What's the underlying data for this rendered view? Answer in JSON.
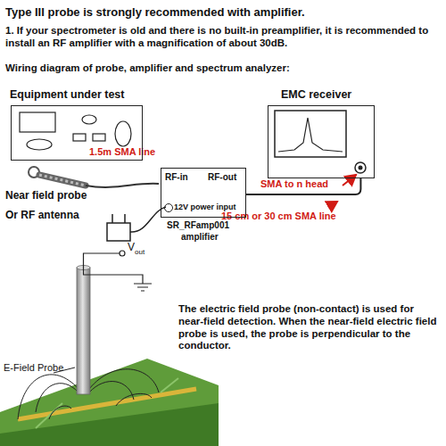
{
  "diagram": {
    "title": "Type III probe is strongly recommended with amplifier.",
    "nodes": [
      {
        "text": [
          "Equipment under test"
        ]
      },
      {
        "text": [
          "RF-in",
          "RF-out",
          "12V power input",
          "SR_RFamp001",
          "amplifier"
        ]
      },
      {
        "text": [
          "EMC receiver"
        ]
      }
    ],
    "edges": [
      {
        "from": 1,
        "to": 2,
        "arrow": "none"
      }
    ],
    "labels": [
      "1. If your spectrometer is old and there is no built-in preamplifier, it is recommended to install an RF amplifier with a magnification of about 30dB.",
      "Wiring diagram of probe, amplifier and spectrum analyzer:",
      "1.5m SMA line",
      "Near field probe",
      "Or RF antenna",
      "SMA to n head",
      "15 cm or 30 cm SMA line",
      "V",
      "out",
      "E-Field Probe",
      "The electric field probe (non-contact) is used for near-field detection. When the near-field electric field probe is used, the probe is perpendicular to the conductor."
    ]
  }
}
